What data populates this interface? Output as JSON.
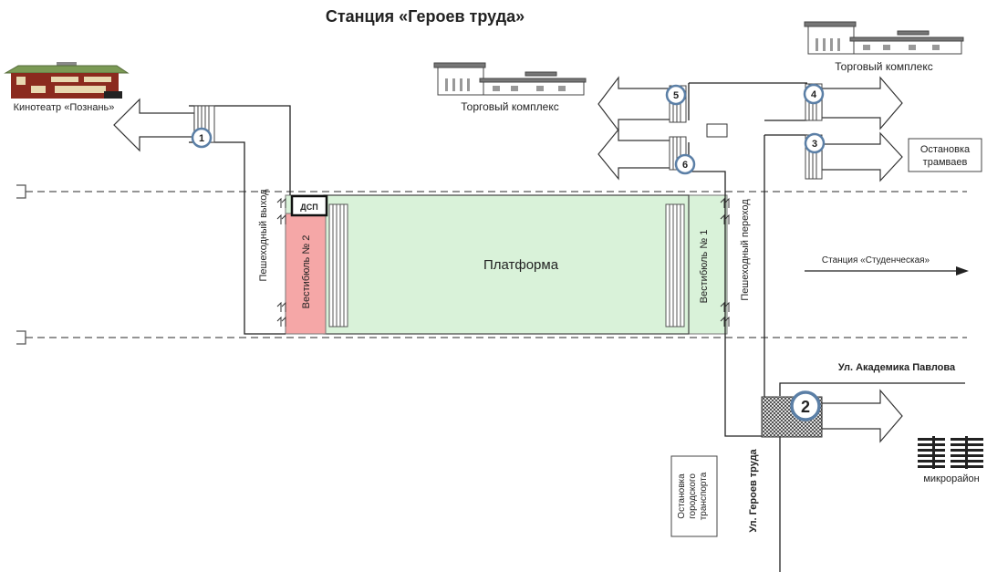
{
  "title": "Станция «Героев труда»",
  "labels": {
    "cinema": "Кинотеатр «Познань»",
    "mall_left": "Торговый комплекс",
    "mall_right": "Торговый комплекс",
    "tram_stop_line1": "Остановка",
    "tram_stop_line2": "трамваев",
    "platform": "Платформа",
    "vestibule1": "Вестибюль № 1",
    "vestibule2": "Вестибюль № 2",
    "dsp": "ДСП",
    "ped_exit": "Пешеходный выход",
    "ped_crossing": "Пешеходный переход",
    "next_station": "Станция «Студенческая»",
    "street_pavlova": "Ул. Академика Павлова",
    "street_geroev": "Ул. Героев труда",
    "bus_stop_line1": "Остановка",
    "bus_stop_line2": "городского",
    "bus_stop_line3": "транспорта",
    "district": "микрорайон"
  },
  "exits": [
    "1",
    "2",
    "3",
    "4",
    "5",
    "6"
  ],
  "colors": {
    "platform_fill": "#d9f2d9",
    "vestibule2_fill": "#f5a7a7",
    "exit_badge_stroke": "#5b7fa6",
    "cinema_roof": "#7b9a55",
    "cinema_wall": "#8b2a1e"
  }
}
